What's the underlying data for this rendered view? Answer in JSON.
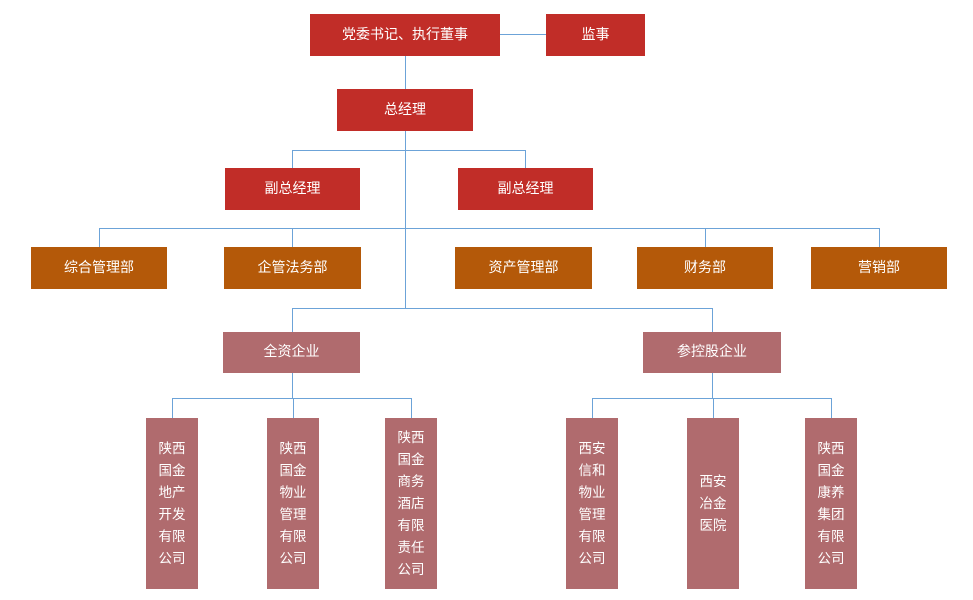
{
  "org_chart": {
    "executives": {
      "party_secretary_executive_director": "党委书记、执行董事",
      "supervisor": "监事",
      "general_manager": "总经理",
      "deputy_general_managers": [
        "副总经理",
        "副总经理"
      ]
    },
    "departments": [
      "综合管理部",
      "企管法务部",
      "资产管理部",
      "财务部",
      "营销部"
    ],
    "enterprise_groups": [
      {
        "label": "全资企业",
        "companies": [
          "陕西\n国金\n地产\n开发\n有限\n公司",
          "陕西\n国金\n物业\n管理\n有限\n公司",
          "陕西\n国金\n商务\n酒店\n有限\n责任\n公司"
        ]
      },
      {
        "label": "参控股企业",
        "companies": [
          "西安\n信和\n物业\n管理\n有限\n公司",
          "西安\n冶金\n医院",
          "陕西\n国金\n康养\n集团\n有限\n公司"
        ]
      }
    ],
    "colors": {
      "executive_red": "#C12D28",
      "department_orange": "#B45909",
      "enterprise_mauve": "#B06B6E",
      "connector_blue": "#6CA3D8",
      "node_text": "#FFFFFF",
      "background": "#FFFFFF"
    }
  }
}
